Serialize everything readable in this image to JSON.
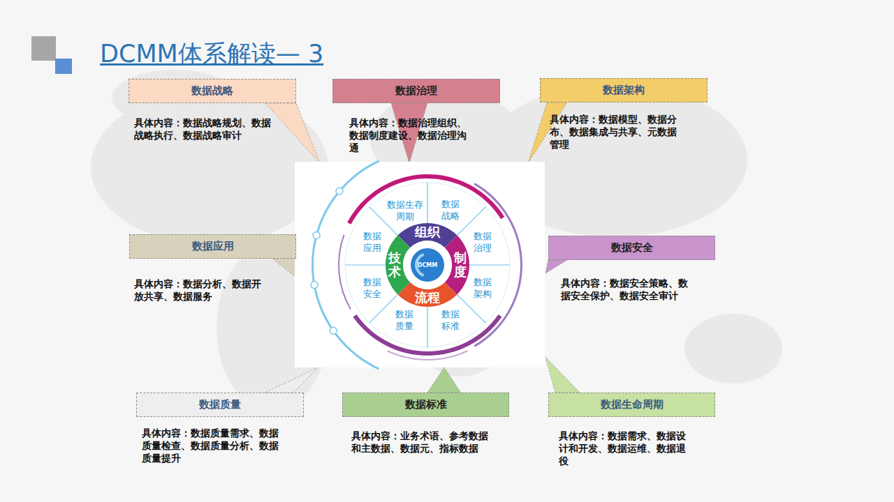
{
  "diagram": {
    "title": "DCMM体系解读— 3",
    "nodes": [
      {
        "text": [
          "数据战略",
          "具体内容：数据战略规划、数据战略执行、数据战略审计"
        ]
      },
      {
        "text": [
          "数据治理",
          "具体内容：数据治理组织、数据制度建设、数据治理沟通"
        ]
      },
      {
        "text": [
          "数据架构",
          "具体内容：数据模型、数据分布、数据集成与共享、元数据管理"
        ]
      },
      {
        "text": [
          "数据应用",
          "具体内容：数据分析、数据开放共享、数据服务"
        ]
      },
      {
        "text": [
          "数据安全",
          "具体内容：数据安全策略、数据安全保护、数据安全审计"
        ]
      },
      {
        "text": [
          "数据质量",
          "具体内容：数据质量需求、数据质量检查、数据质量分析、数据质量提升"
        ]
      },
      {
        "text": [
          "数据标准",
          "具体内容：业务术语、参考数据和主数据、数据元、指标数据"
        ]
      },
      {
        "text": [
          "数据生命周期",
          "具体内容：数据需求、数据设计和开发、数据运维、数据退役"
        ]
      },
      {
        "text": [
          "数据生存周期"
        ]
      },
      {
        "text": [
          "数据战略"
        ]
      },
      {
        "text": [
          "数据治理"
        ]
      },
      {
        "text": [
          "数据架构"
        ]
      },
      {
        "text": [
          "数据标准"
        ]
      },
      {
        "text": [
          "数据质量"
        ]
      },
      {
        "text": [
          "数据安全"
        ]
      },
      {
        "text": [
          "数据应用"
        ]
      },
      {
        "text": [
          "组织"
        ]
      },
      {
        "text": [
          "制度"
        ]
      },
      {
        "text": [
          "流程"
        ]
      },
      {
        "text": [
          "技术"
        ]
      },
      {
        "text": [
          "DCMM"
        ]
      }
    ]
  }
}
